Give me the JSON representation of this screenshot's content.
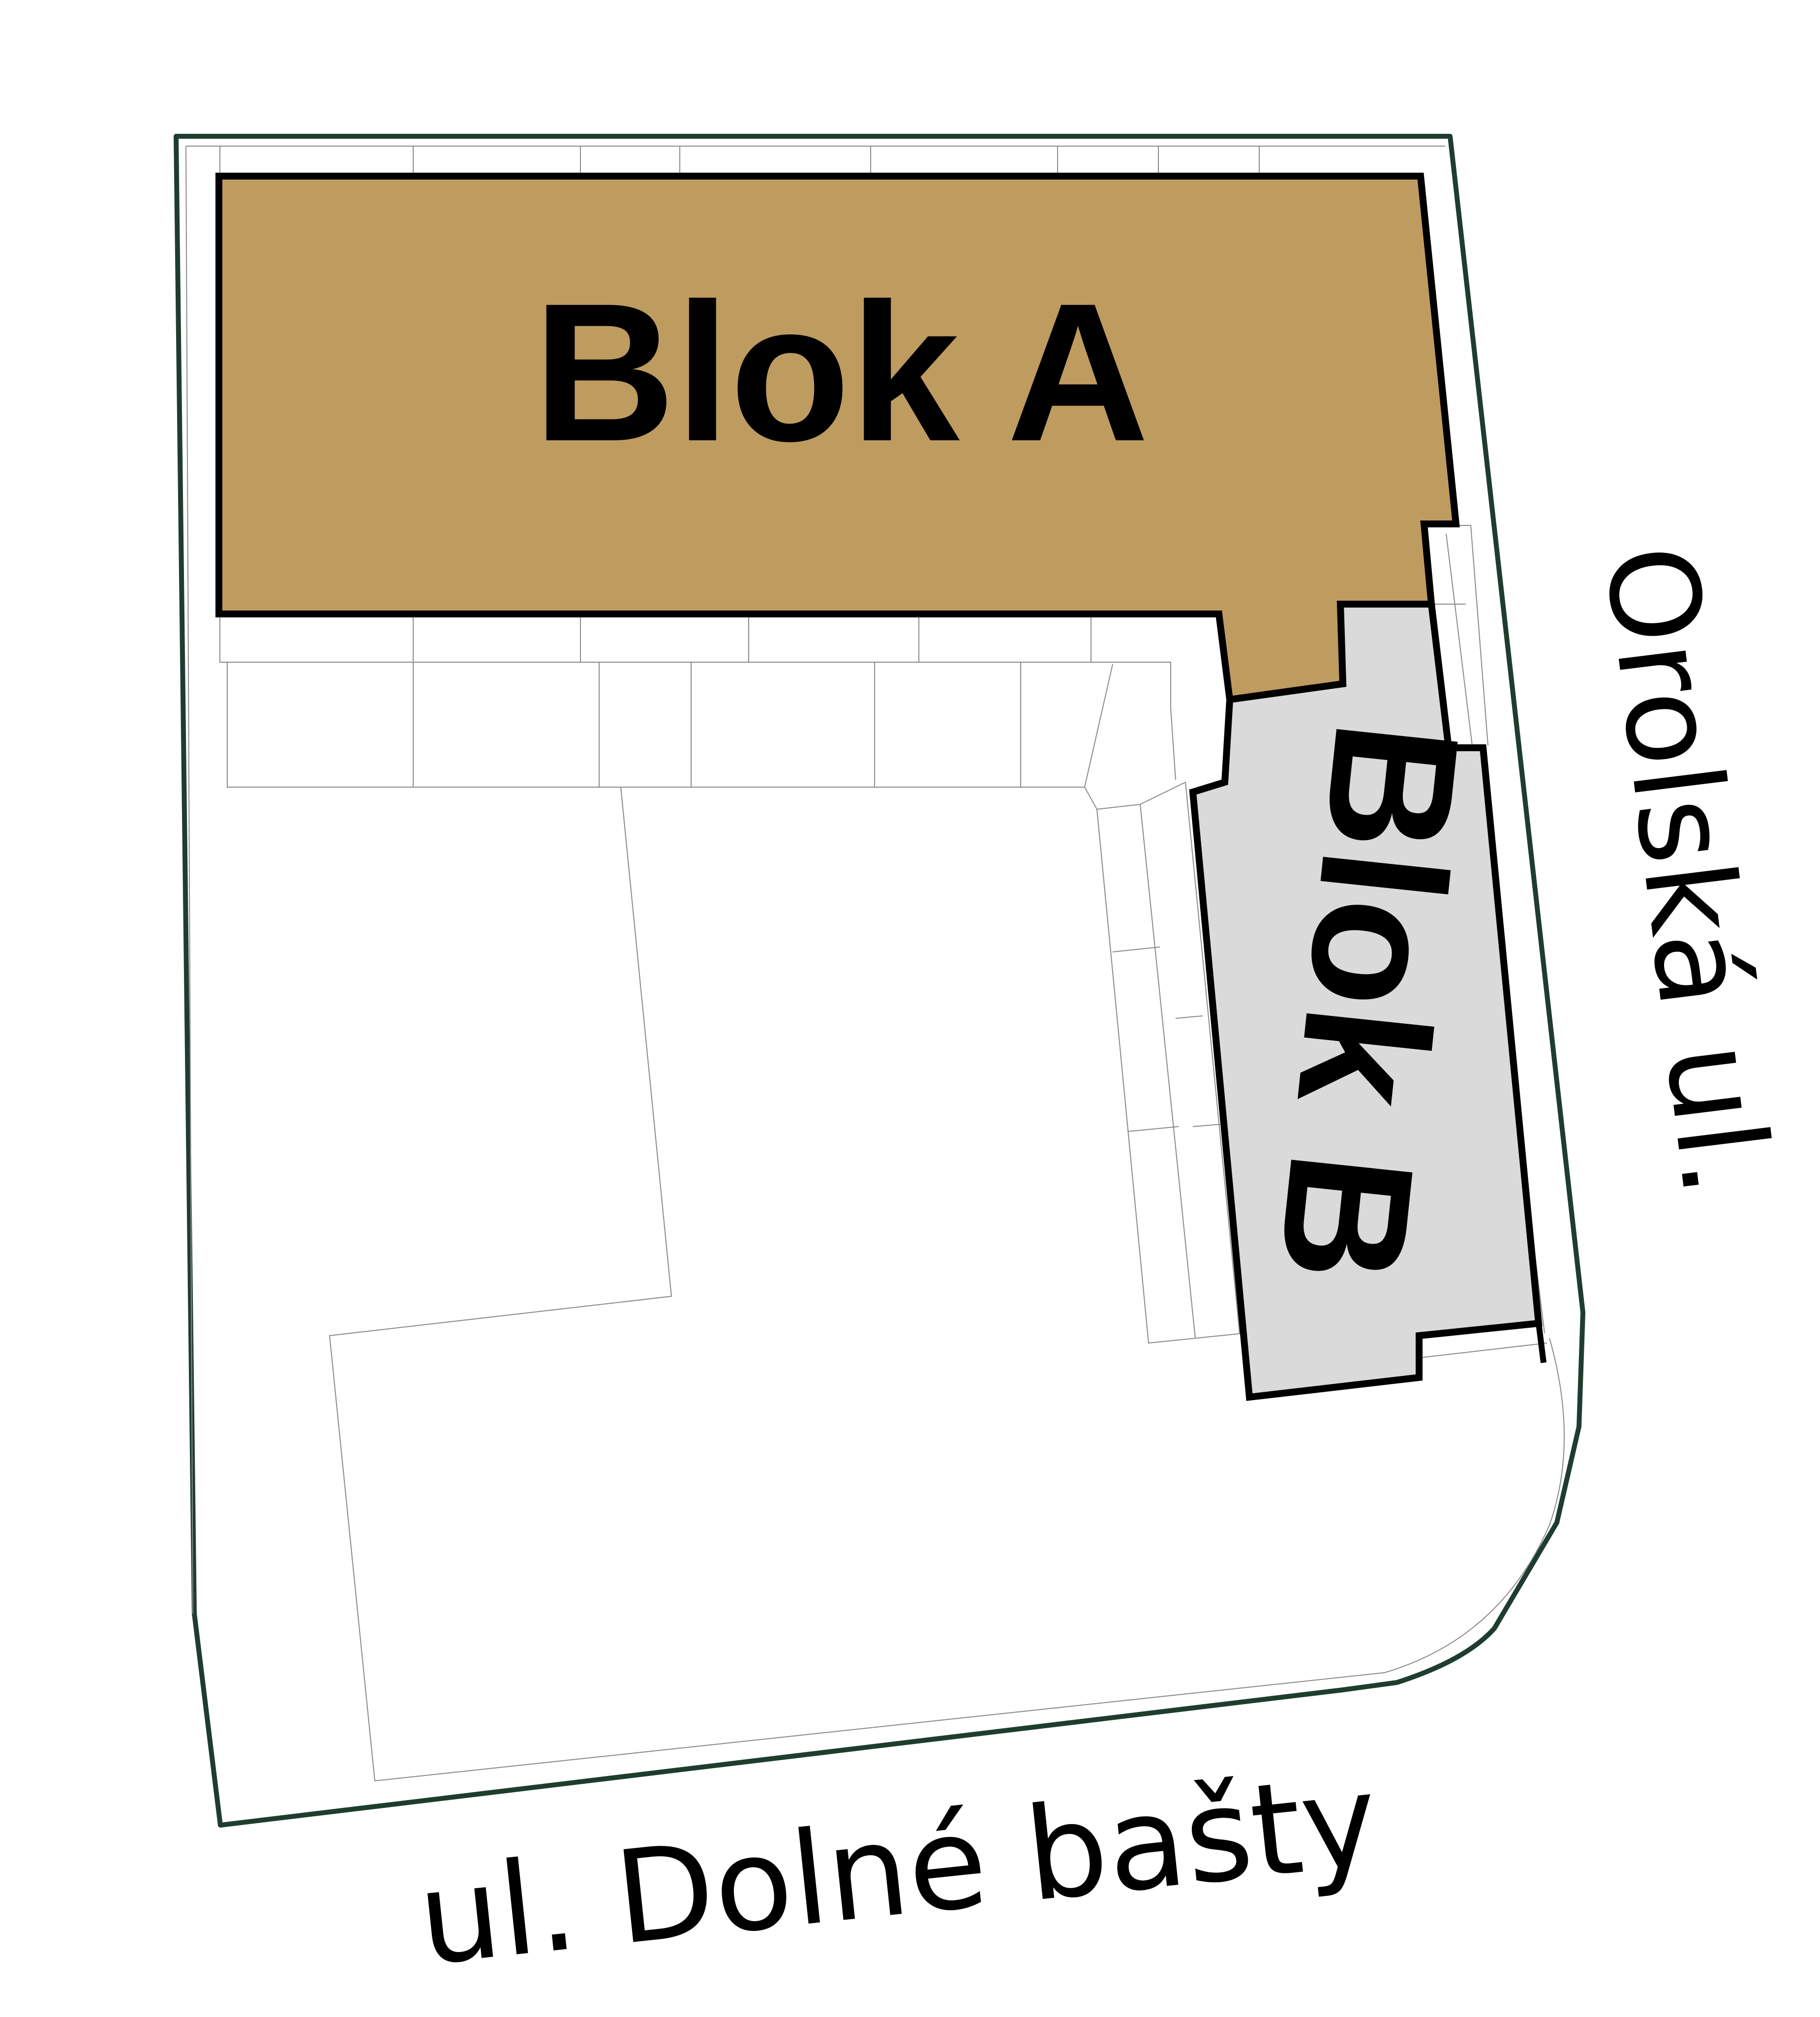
{
  "blocks": {
    "a": {
      "label": "Blok A",
      "color": "#BE9B5F"
    },
    "b": {
      "label": "Blok B",
      "color": "#DADADA"
    }
  },
  "streets": {
    "bottom": "ul. Dolné bašty",
    "right": "Orolská ul."
  },
  "colors": {
    "boundary": "#1E3D2E",
    "outline": "#000000",
    "linework": "#8A8A8A",
    "background": "#FFFFFF"
  }
}
